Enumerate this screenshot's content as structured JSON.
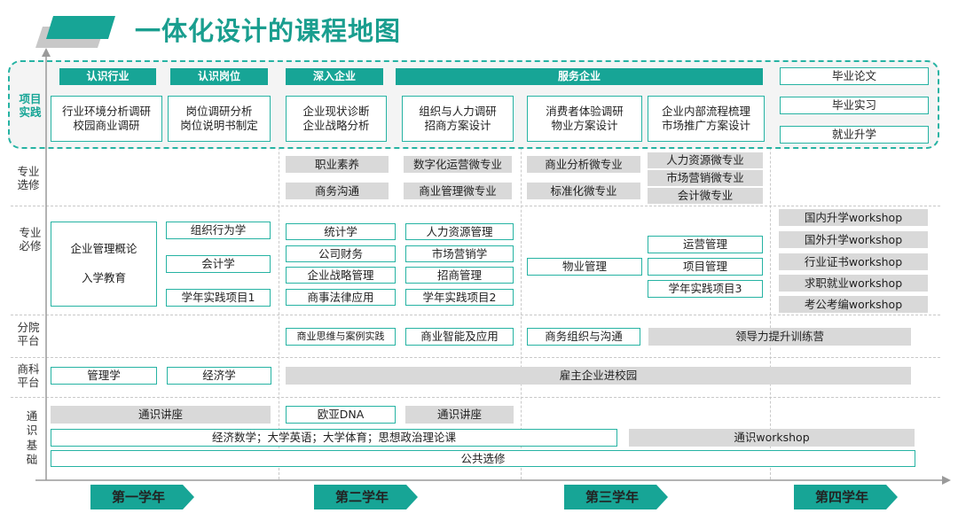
{
  "title": "一体化设计的课程地图",
  "rows": {
    "project": "项目\n实践",
    "elective": "专业\n选修",
    "required": "专业\n必修",
    "college": "分院\n平台",
    "business": "商科\n平台",
    "general": "通\n识\n基\n础"
  },
  "project": {
    "headers": [
      "认识行业",
      "认识岗位",
      "深入企业",
      "服务企业"
    ],
    "items": [
      "行业环境分析调研\n校园商业调研",
      "岗位调研分析\n岗位说明书制定",
      "企业现状诊断\n企业战略分析",
      "组织与人力调研\n招商方案设计",
      "消费者体验调研\n物业方案设计",
      "企业内部流程梳理\n市场推广方案设计"
    ],
    "year4": [
      "毕业论文",
      "毕业实习",
      "就业升学"
    ]
  },
  "elective": {
    "y2": [
      "职业素养",
      "数字化运营微专业",
      "商务沟通",
      "商业管理微专业"
    ],
    "y3": [
      "商业分析微专业",
      "标准化微专业",
      "人力资源微专业",
      "市场营销微专业",
      "会计微专业"
    ]
  },
  "required": {
    "y1_left": [
      "企业管理概论",
      "入学教育"
    ],
    "y1_right": [
      "组织行为学",
      "会计学",
      "学年实践项目1"
    ],
    "y2_left": [
      "统计学",
      "公司财务",
      "企业战略管理",
      "商事法律应用"
    ],
    "y2_right": [
      "人力资源管理",
      "市场营销学",
      "招商管理",
      "学年实践项目2"
    ],
    "y3_left": "物业管理",
    "y3_right": [
      "运营管理",
      "项目管理",
      "学年实践项目3"
    ],
    "y4": [
      "国内升学workshop",
      "国外升学workshop",
      "行业证书workshop",
      "求职就业workshop",
      "考公考编workshop"
    ]
  },
  "college": [
    "商业思维与案例实践",
    "商业智能及应用",
    "商务组织与沟通",
    "领导力提升训练营"
  ],
  "business": [
    "管理学",
    "经济学",
    "雇主企业进校园"
  ],
  "general": {
    "row1": [
      "通识讲座",
      "欧亚DNA",
      "通识讲座"
    ],
    "row2_left": "经济数学；大学英语；大学体育；思想政治理论课",
    "row2_right": "通识workshop",
    "row3": "公共选修"
  },
  "years": [
    "第一学年",
    "第二学年",
    "第三学年",
    "第四学年"
  ],
  "colors": {
    "teal": "#17a596",
    "teal_line": "#26b3a3",
    "gray": "#d9d9d9"
  }
}
